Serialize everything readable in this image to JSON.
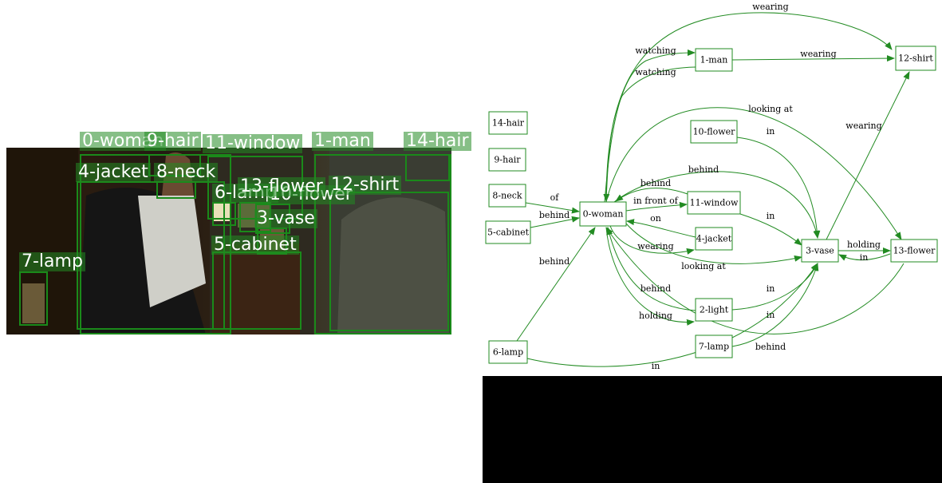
{
  "scene_labels": [
    {
      "id": "0",
      "label": "0-woman"
    },
    {
      "id": "9",
      "label": "9-hair"
    },
    {
      "id": "11",
      "label": "11-window"
    },
    {
      "id": "1",
      "label": "1-man"
    },
    {
      "id": "14",
      "label": "14-hair"
    },
    {
      "id": "4",
      "label": "4-jacket"
    },
    {
      "id": "8",
      "label": "8-neck"
    },
    {
      "id": "6",
      "label": "6-lamp"
    },
    {
      "id": "10",
      "label": "10-flower"
    },
    {
      "id": "13",
      "label": "13-flower"
    },
    {
      "id": "12",
      "label": "12-shirt"
    },
    {
      "id": "3",
      "label": "3-vase"
    },
    {
      "id": "5",
      "label": "5-cabinet"
    },
    {
      "id": "7",
      "label": "7-lamp"
    }
  ],
  "graph": {
    "nodes": [
      {
        "id": "14",
        "label": "14-hair"
      },
      {
        "id": "9",
        "label": "9-hair"
      },
      {
        "id": "8",
        "label": "8-neck"
      },
      {
        "id": "5",
        "label": "5-cabinet"
      },
      {
        "id": "6",
        "label": "6-lamp"
      },
      {
        "id": "0",
        "label": "0-woman"
      },
      {
        "id": "1",
        "label": "1-man"
      },
      {
        "id": "10",
        "label": "10-flower"
      },
      {
        "id": "11",
        "label": "11-window"
      },
      {
        "id": "4",
        "label": "4-jacket"
      },
      {
        "id": "2",
        "label": "2-light"
      },
      {
        "id": "7",
        "label": "7-lamp"
      },
      {
        "id": "3",
        "label": "3-vase"
      },
      {
        "id": "12",
        "label": "12-shirt"
      },
      {
        "id": "13",
        "label": "13-flower"
      }
    ],
    "edges": [
      {
        "from": "0",
        "to": "12",
        "label": "wearing"
      },
      {
        "from": "0",
        "to": "1",
        "label": "watching"
      },
      {
        "from": "1",
        "to": "0",
        "label": "watching"
      },
      {
        "from": "1",
        "to": "12",
        "label": "wearing"
      },
      {
        "from": "0",
        "to": "13",
        "label": "looking at"
      },
      {
        "from": "3",
        "to": "12",
        "label": "wearing"
      },
      {
        "from": "10",
        "to": "3",
        "label": "in"
      },
      {
        "from": "0",
        "to": "3",
        "label": "behind"
      },
      {
        "from": "11",
        "to": "0",
        "label": "behind"
      },
      {
        "from": "8",
        "to": "0",
        "label": "of"
      },
      {
        "from": "0",
        "to": "11",
        "label": "in front of"
      },
      {
        "from": "5",
        "to": "0",
        "label": "behind"
      },
      {
        "from": "11",
        "to": "3",
        "label": "in"
      },
      {
        "from": "4",
        "to": "0",
        "label": "on"
      },
      {
        "from": "0",
        "to": "4",
        "label": "wearing"
      },
      {
        "from": "3",
        "to": "13",
        "label": "holding"
      },
      {
        "from": "13",
        "to": "3",
        "label": "in"
      },
      {
        "from": "0",
        "to": "3",
        "label": "looking at"
      },
      {
        "from": "6",
        "to": "0",
        "label": "behind"
      },
      {
        "from": "2",
        "to": "0",
        "label": "behind"
      },
      {
        "from": "2",
        "to": "3",
        "label": "in"
      },
      {
        "from": "0",
        "to": "2",
        "label": "holding"
      },
      {
        "from": "7",
        "to": "3",
        "label": "in"
      },
      {
        "from": "13",
        "to": "0",
        "label": "behind"
      },
      {
        "from": "6",
        "to": "3",
        "label": "in"
      }
    ]
  }
}
